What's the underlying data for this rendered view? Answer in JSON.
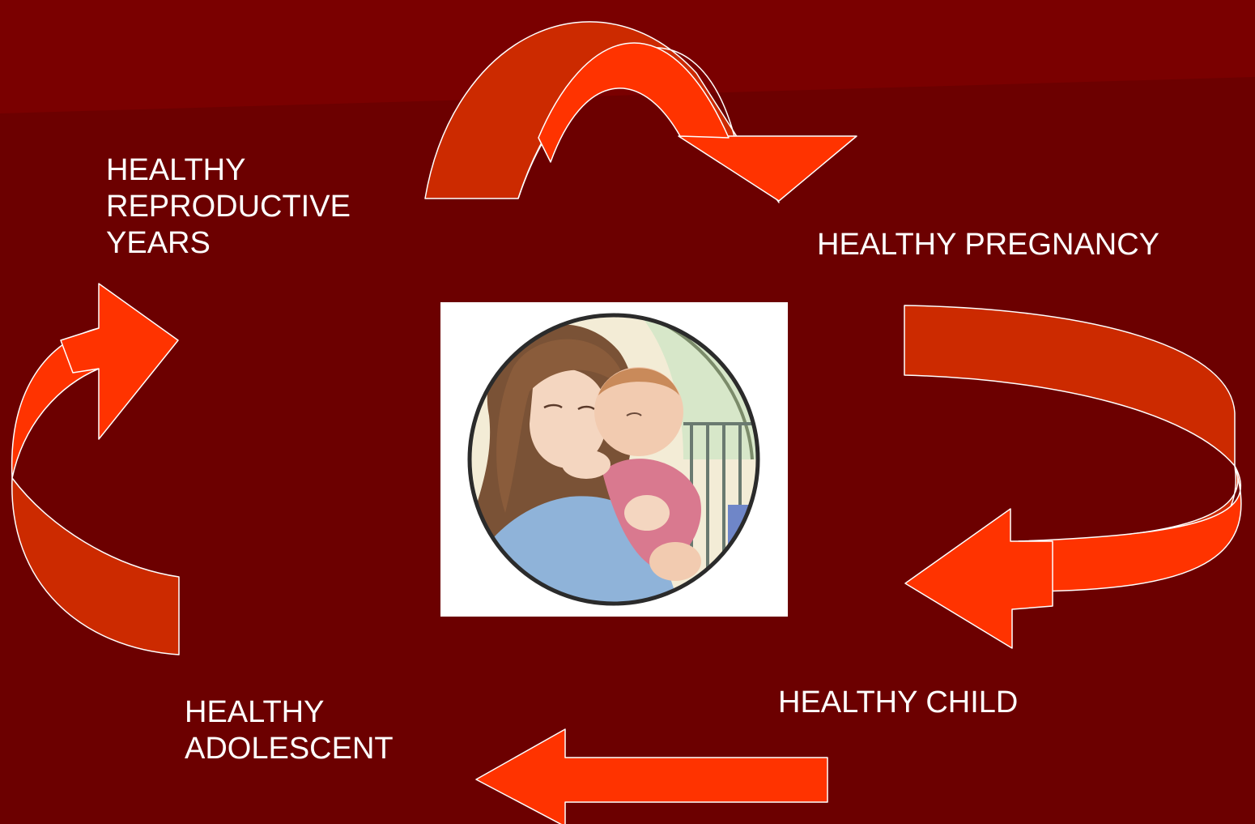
{
  "diagram": {
    "stages": [
      {
        "id": "reproductive",
        "lines": [
          "HEALTHY",
          "REPRODUCTIVE",
          "YEARS"
        ]
      },
      {
        "id": "pregnancy",
        "lines": [
          "HEALTHY PREGNANCY"
        ]
      },
      {
        "id": "child",
        "lines": [
          "HEALTHY CHILD"
        ]
      },
      {
        "id": "adolescent",
        "lines": [
          "HEALTHY",
          "ADOLESCENT"
        ]
      }
    ],
    "flow": [
      "reproductive",
      "pregnancy",
      "child",
      "adolescent",
      "reproductive"
    ],
    "center_image": "mother-holding-baby-illustration"
  },
  "colors": {
    "background": "#6c0000",
    "background_band": "#7a0000",
    "arrow_head": "#ff3300",
    "arrow_body": "#cc2a00",
    "arrow_outline": "#ffffff",
    "text": "#ffffff"
  }
}
